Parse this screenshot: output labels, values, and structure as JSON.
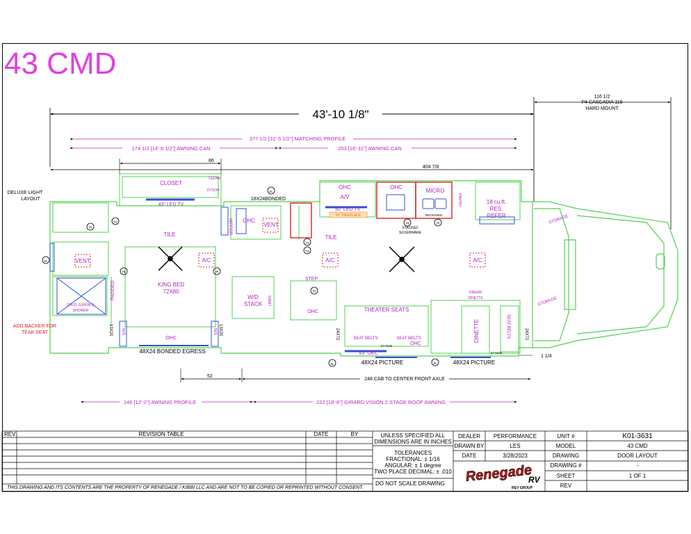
{
  "title": "43 CMD",
  "dimensions": {
    "overall_length": "43'-10 1/8\"",
    "hard_mount_1": "116 1/2",
    "hard_mount_2": "P4 CASCADIA 116",
    "hard_mount_3": "HARD MOUNT",
    "matching_profile": "377 1/2 [31'-5 1/2\"] MATCHING PROFILE",
    "awning_can_left": "174 1/2 [14'-6 1/2\"] AWNING CAN",
    "awning_can_right": "203 [16'-11\"] AWNING CAN",
    "closet_width": "86",
    "body_length": "404 7/8",
    "dim_52": "52",
    "cab_axle": "248 CAB TO CENTER FRONT AXLE",
    "awning_profile": "146 [12'-2\"] AWNING PROFILE",
    "girard_awning": "222 [18'-6\"] GIRARD VISION 2 STAGE ROOF AWNING",
    "dim_1_1_4": "1 1/4"
  },
  "labels": {
    "deluxe_light": "DELUXE LIGHT",
    "layout": "LAYOUT",
    "closet": "CLOSET",
    "cedar": "CEDAR",
    "dyson": "DYSON",
    "led_43": "43\" LED TV",
    "bonded_18": "18X24BONDED",
    "mirror": "MIRROR",
    "ohc": "OHC",
    "vent": "VENT",
    "tile": "TILE",
    "king_bed": "KING BED",
    "king_bed_size": "72X80",
    "padded": "PADDED",
    "solid_surface": "SOLID SURFACE",
    "shower": "SHOWER",
    "add_backer_1": "ADD BACKER FOR",
    "add_backer_2": "TEAK SEAT",
    "ac": "A/C",
    "ns": "N/S",
    "size_13x20": "13X20",
    "egress": "48X24 BONDED EGRESS",
    "wd_stack_1": "W/D",
    "wd_stack_2": "STACK",
    "linen": "LINEN",
    "step": "STEP",
    "av": "A/V",
    "led_50": "50\" LED TV",
    "fireplace": "30\" FIREPLACE",
    "micro": "MICRO",
    "pantry": "PANTRY",
    "refer_1": "18 cu.ft.",
    "refer_2": "RES.",
    "refer_3": "REFER",
    "recessed": "RECESSED",
    "stacked_1": "STACKED",
    "stacked_2": "SILVERWARE",
    "theater_seats": "THEATER SEATS",
    "seat_belts": "SEAT BELTS",
    "oec": "43\" OEC",
    "picture": "48X24 PICTURE",
    "dream_1": "DREAM",
    "dream_2": "DINETTE",
    "dinette": "DINETTE",
    "size_24x72": "24X72",
    "m27_0132": "27-0132",
    "m27_0125": "27-0125",
    "storage": "STORAGE",
    "sl": "SL",
    "ts": "TS",
    "h": "H"
  },
  "title_block": {
    "rev": "REV",
    "revision_table": "REVISION TABLE",
    "date": "DATE",
    "by": "BY",
    "unless_1": "UNLESS SPECIFIED ALL",
    "unless_2": "DIMENSIONS ARE IN INCHES",
    "tolerances": "TOLERANCES",
    "fractional": "FRACTIONAL: ± 1/16",
    "angular": "ANGULAR: ± 1 degree",
    "decimal": "TWO PLACE DECIMAL: ± .010",
    "do_not_scale": "DO NOT SCALE DRAWING",
    "dealer_label": "DEALER",
    "dealer_value": "PERFORMANCE",
    "drawn_by_label": "DRAWN BY",
    "drawn_by_value": "LES",
    "date_label": "DATE",
    "date_value": "3/28/2023",
    "unit_label": "UNIT #",
    "unit_value": "K01-3631",
    "model_label": "MODEL",
    "model_value": "43 CMD",
    "drawing_label": "DRAWING",
    "drawing_value": "DOOR LAYOUT",
    "drawing_no_label": "DRAWING #",
    "drawing_no_value": "-",
    "sheet_label": "SHEET",
    "sheet_value": "1 OF 1",
    "rev_label": "REV",
    "logo_text": "Renegade",
    "logo_rv": "RV",
    "logo_group": "REV GROUP",
    "disclaimer": "THIS DRAWING AND ITS CONTENTS ARE THE PROPERTY OF RENEGADE / KIBBI LLC AND ARE NOT TO BE COPIED OR REPRINTED WITHOUT CONSENT."
  }
}
